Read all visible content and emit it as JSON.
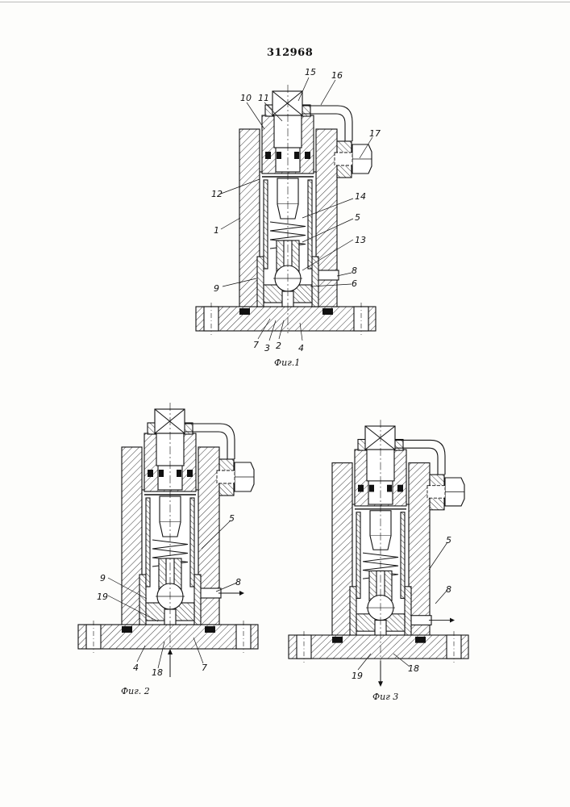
{
  "patent_number": "312968",
  "figures": [
    {
      "caption": "Фиг.1",
      "labels": [
        "15",
        "16",
        "10",
        "11",
        "17",
        "12",
        "14",
        "5",
        "1",
        "13",
        "8",
        "9",
        "6",
        "7",
        "3",
        "2",
        "4"
      ]
    },
    {
      "caption": "Фиг. 2",
      "labels": [
        "5",
        "9",
        "8",
        "19",
        "4",
        "18",
        "7"
      ]
    },
    {
      "caption": "Фиг 3",
      "labels": [
        "5",
        "8",
        "19",
        "18"
      ]
    }
  ]
}
